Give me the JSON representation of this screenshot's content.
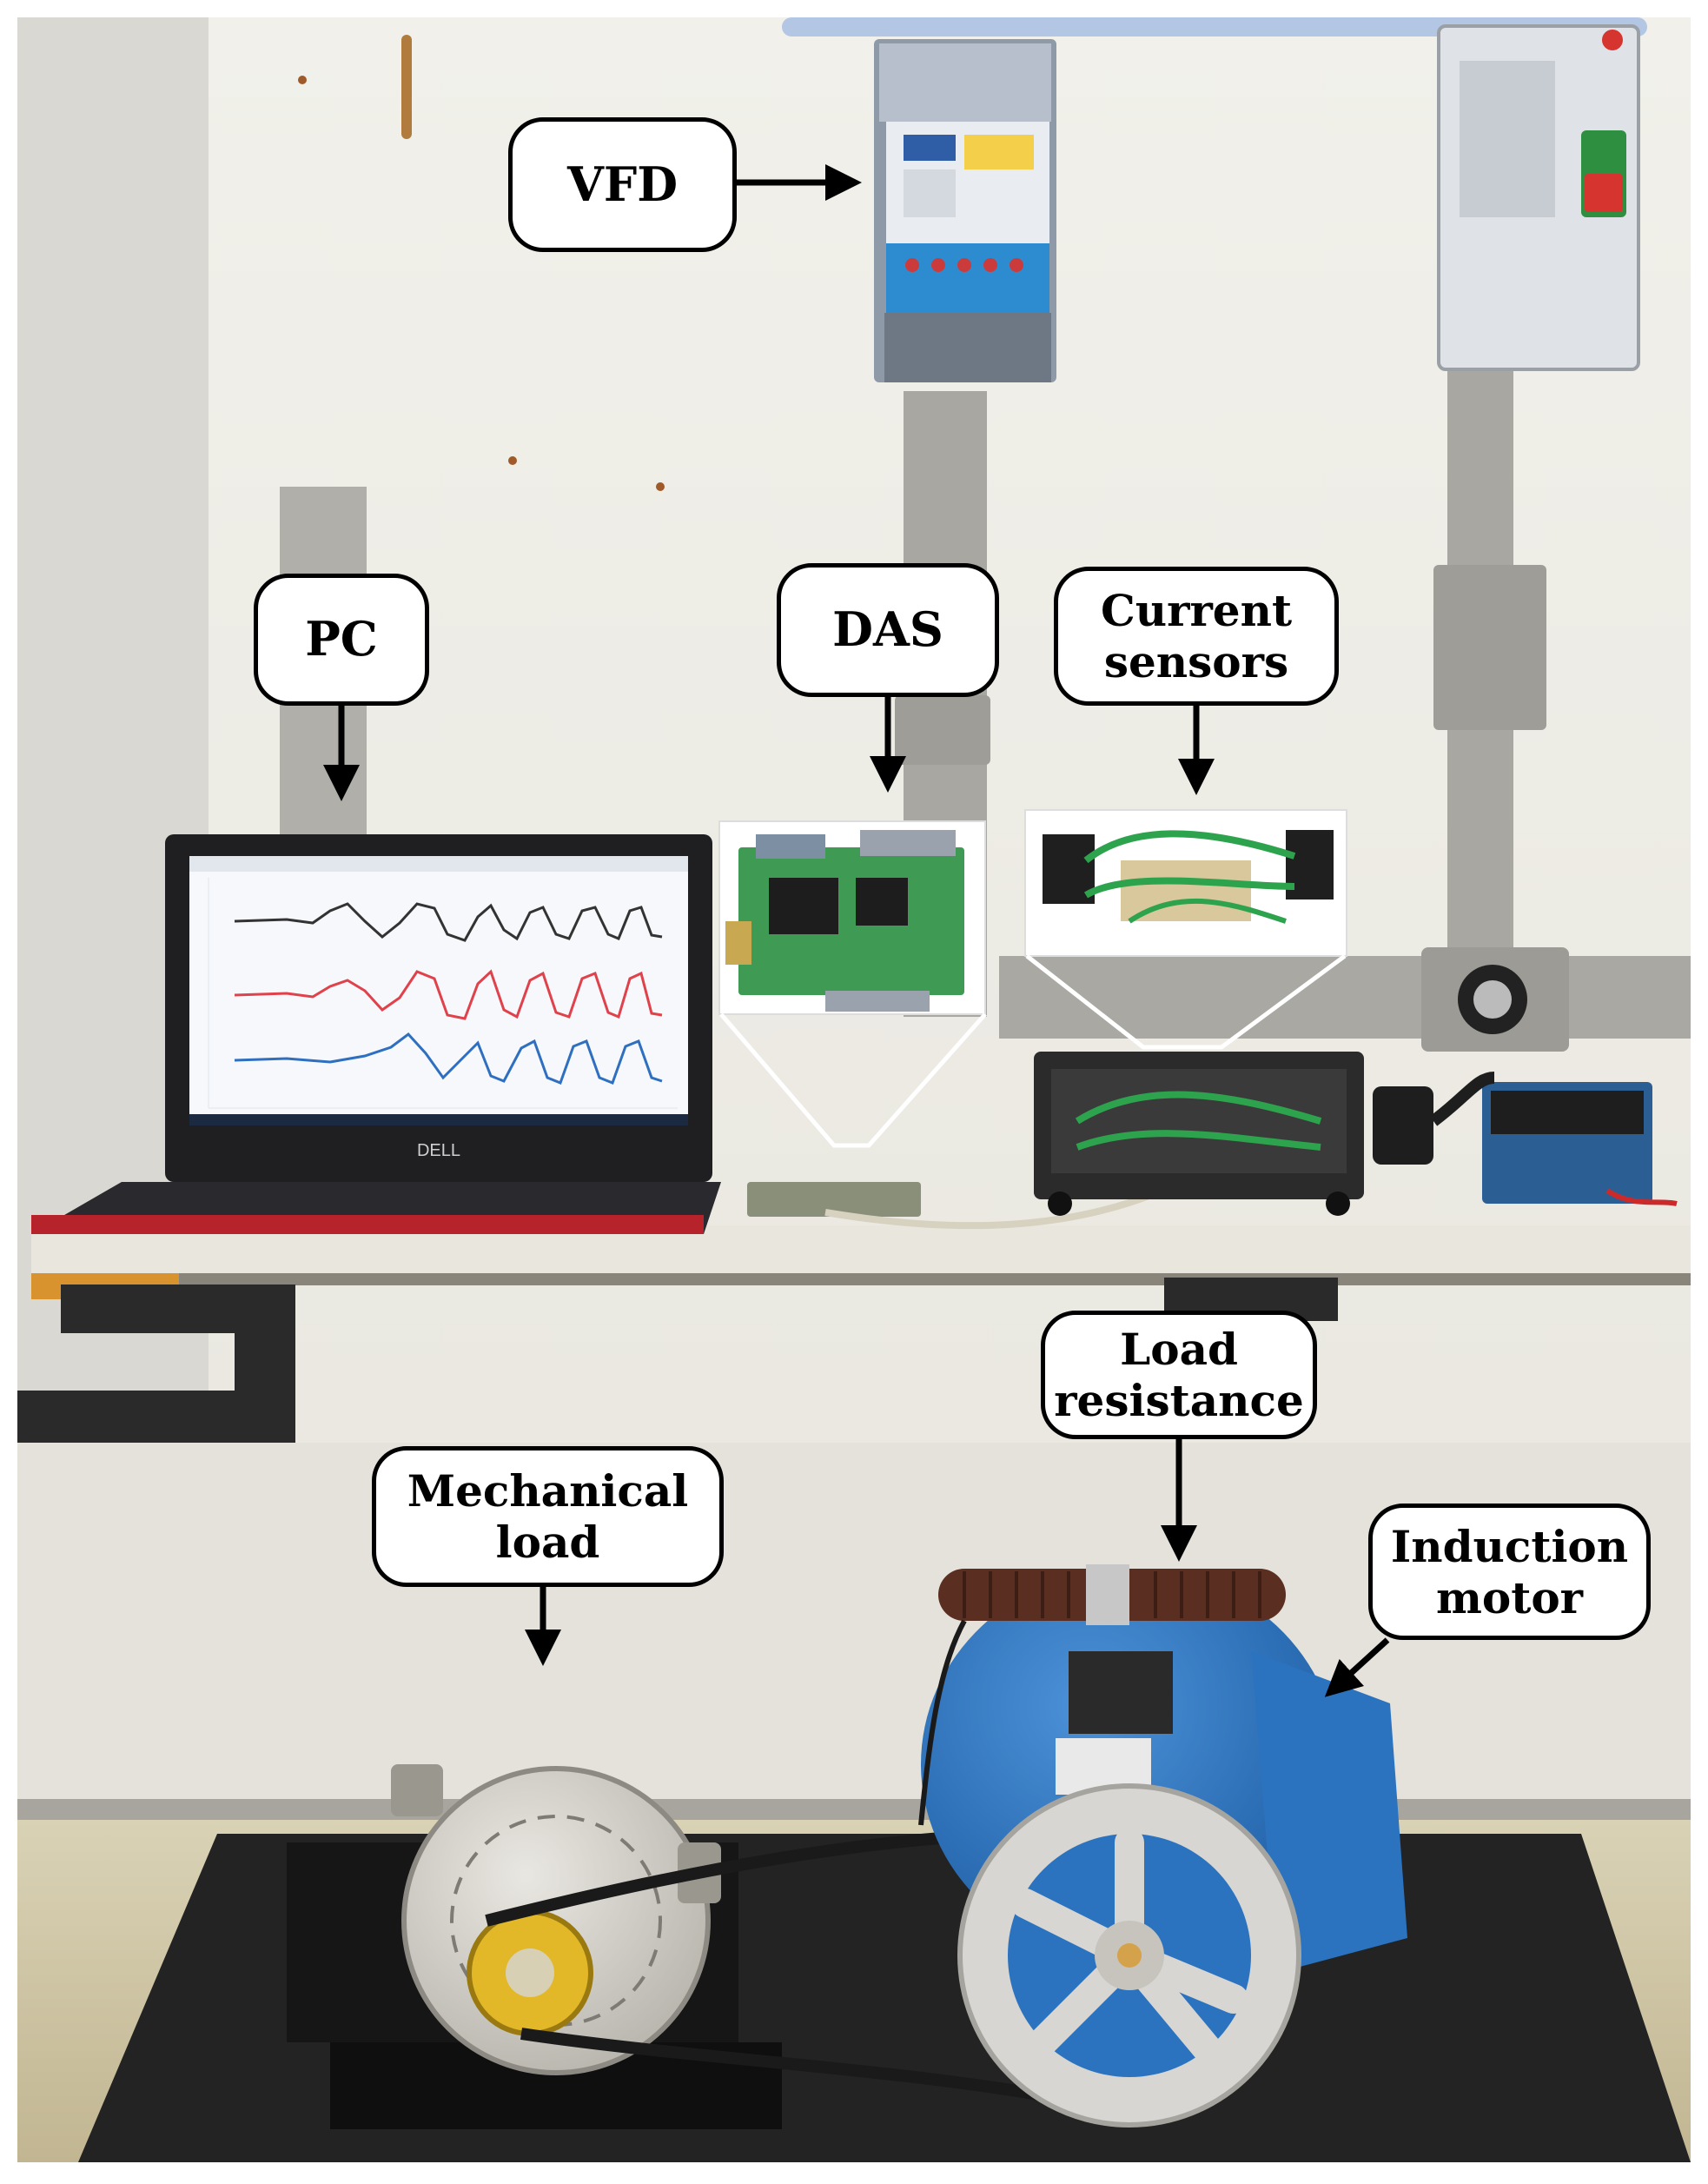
{
  "photo": {
    "subject": "induction motor test bench",
    "colors": {
      "wall": "#efeee8",
      "rail": "#a9a8a2",
      "laptop_body": "#1f1f22",
      "screen": "#f7f8fb",
      "trace_black": "#333333",
      "trace_red": "#e0424c",
      "trace_blue": "#2f6fbf",
      "pcb_green": "#3f9a54",
      "motor_blue": "#2b73bf",
      "floor": "#cbbf9a",
      "base_black": "#232323",
      "resistor_brown": "#5a2e20"
    },
    "screen_text": {
      "laptop_brand": "DELL"
    }
  },
  "labels": {
    "vfd": "VFD",
    "pc": "PC",
    "das": "DAS",
    "current_sensors_line1": "Current",
    "current_sensors_line2": "sensors",
    "load_resistance_line1": "Load",
    "load_resistance_line2": "resistance",
    "mechanical_load_line1": "Mechanical",
    "mechanical_load_line2": "load",
    "induction_motor_line1": "Induction",
    "induction_motor_line2": "motor"
  }
}
